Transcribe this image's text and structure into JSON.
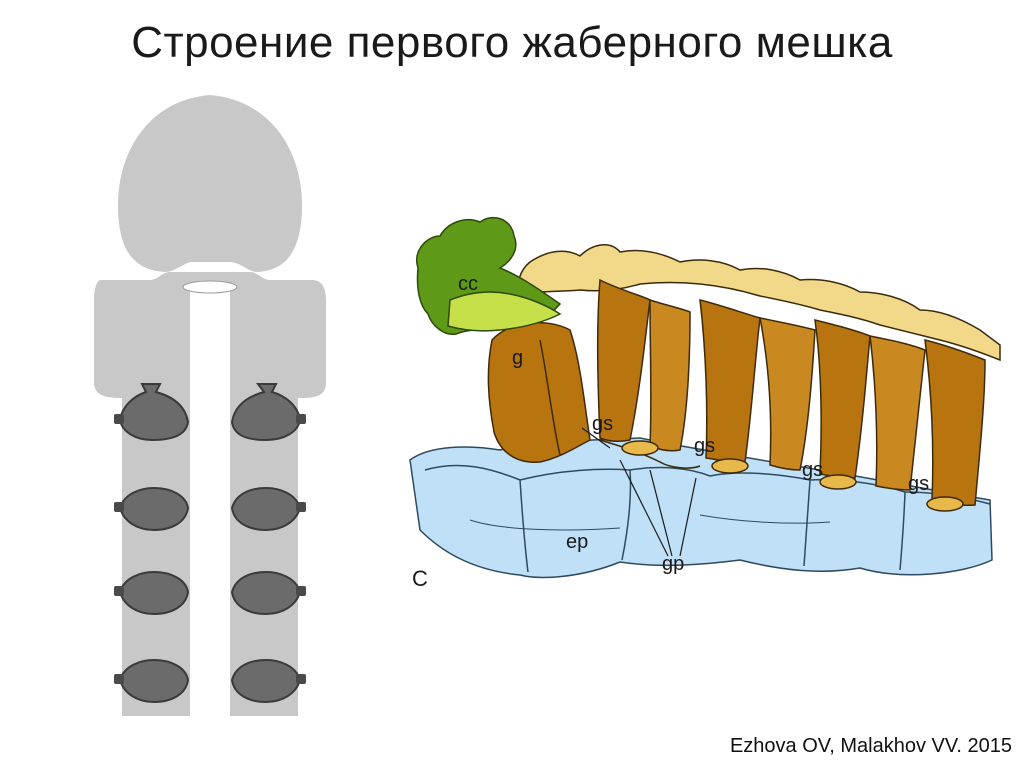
{
  "title": "Строение первого жаберного мешка",
  "credit": "Ezhova OV, Malakhov VV. 2015",
  "diagram": {
    "panel_label": "C",
    "labels": {
      "collar_canal": "cc",
      "gill": "g",
      "gill_slit_1": "gs",
      "gill_slit_2": "gs",
      "gill_slit_3": "gs",
      "gill_slit_4": "gs",
      "epidermis": "ep",
      "gill_pore": "gp"
    },
    "colors": {
      "body_silhouette": "#c8c8c8",
      "gill_sac": "#6b6b6b",
      "gill_brown": "#b8740e",
      "gill_highlight": "#f2d98a",
      "collar_green": "#5e9a18",
      "collar_light": "#c6e04a",
      "epidermis_blue": "#bfe0f7"
    }
  }
}
